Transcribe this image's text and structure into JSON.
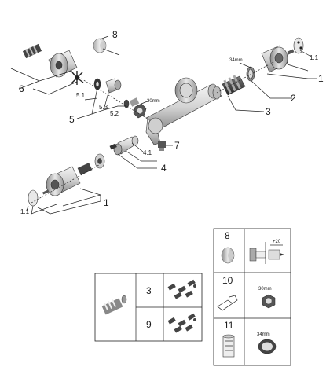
{
  "callouts": {
    "c1_right": "1",
    "c1_1_right": "1.1",
    "c2": "2",
    "c3": "3",
    "c4": "4",
    "c4_1": "4.1",
    "c5": "5",
    "c5_1": "5.1",
    "c5_2": "5.2",
    "c5_3": "5.3",
    "c6": "6",
    "c7": "7",
    "c8": "8",
    "c1_left": "1",
    "c1_1_left": "1.1",
    "dim_34mm": "34mm",
    "dim_30mm": "30mm"
  },
  "table_left": {
    "row1_num": "3",
    "row2_num": "9"
  },
  "table_right": {
    "r8": "8",
    "r8_dim": "+20",
    "r10": "10",
    "r10_dim": "30mm",
    "r11": "11",
    "r11_dim": "34mm"
  },
  "colors": {
    "part_dark": "#3c3c3c",
    "part_mid": "#9a9a9a",
    "part_light": "#e4e4e4",
    "line": "#222222"
  }
}
